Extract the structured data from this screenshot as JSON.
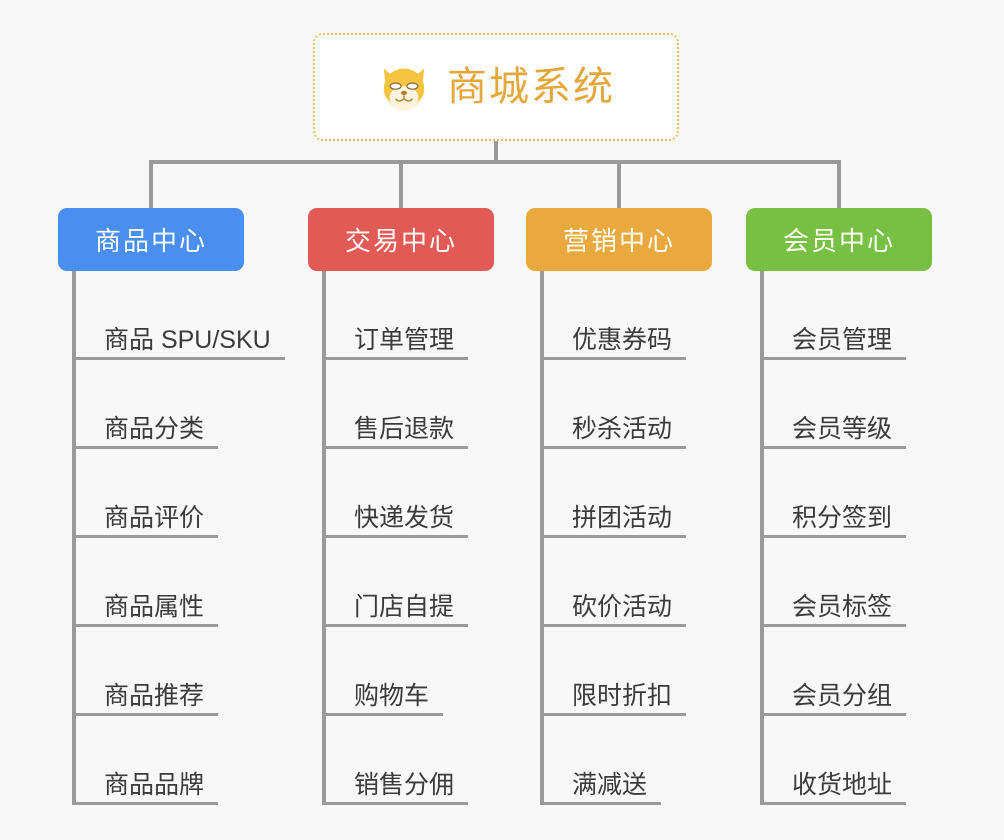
{
  "canvas": {
    "background": "#f8f8f8",
    "connector_color": "#9a9a9a"
  },
  "root": {
    "title": "商城系统",
    "icon": "shiba-dog-face-emoji",
    "text_color": "#e3a73c",
    "border_color": "#f0c061",
    "background": "#ffffff"
  },
  "categories": [
    {
      "label": "商品中心",
      "color": "#4a8ef0",
      "items": [
        "商品 SPU/SKU",
        "商品分类",
        "商品评价",
        "商品属性",
        "商品推荐",
        "商品品牌"
      ]
    },
    {
      "label": "交易中心",
      "color": "#e25a55",
      "items": [
        "订单管理",
        "售后退款",
        "快递发货",
        "门店自提",
        "购物车",
        "销售分佣"
      ]
    },
    {
      "label": "营销中心",
      "color": "#eaa93e",
      "items": [
        "优惠券码",
        "秒杀活动",
        "拼团活动",
        "砍价活动",
        "限时折扣",
        "满减送"
      ]
    },
    {
      "label": "会员中心",
      "color": "#77c043",
      "items": [
        "会员管理",
        "会员等级",
        "积分签到",
        "会员标签",
        "会员分组",
        "收货地址"
      ]
    }
  ]
}
